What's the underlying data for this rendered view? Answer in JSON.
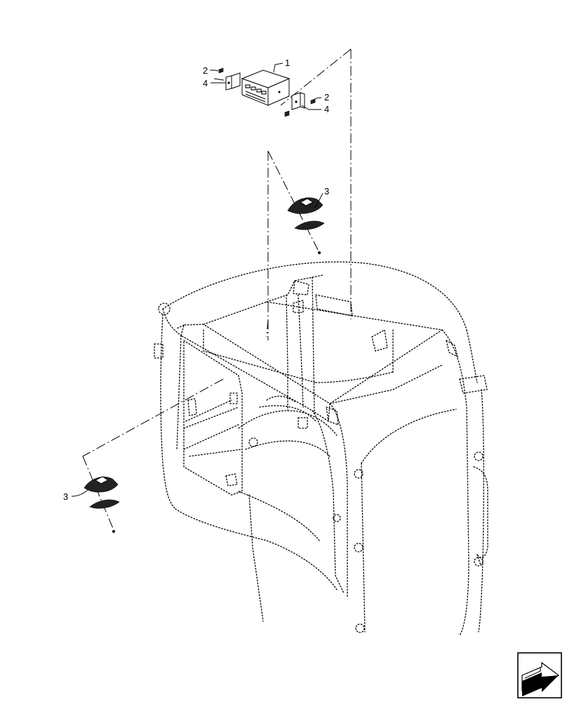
{
  "callouts": {
    "c1": "1",
    "c2a": "2",
    "c2b": "2",
    "c3a": "3",
    "c3b": "3",
    "c4a": "4",
    "c4b": "4"
  },
  "nav_icon": "next-page-arrow-icon",
  "colors": {
    "line": "#000000",
    "background": "#ffffff"
  }
}
